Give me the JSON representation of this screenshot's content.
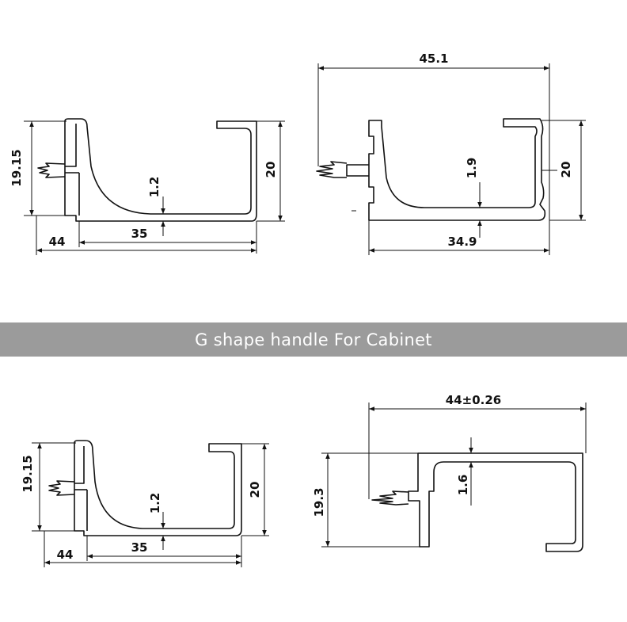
{
  "title": "G shape handle For Cabinet",
  "top_left": {
    "height": "19.15",
    "depth": "20",
    "thickness": "1.2",
    "inner": "35",
    "width": "44"
  },
  "top_right": {
    "overall": "45.1",
    "thickness": "1.9",
    "depth": "20",
    "inner": "34.9"
  },
  "bottom_left": {
    "height": "19.15",
    "depth": "20",
    "thickness": "1.2",
    "inner": "35",
    "width": "44"
  },
  "bottom_right": {
    "overall": "44±0.26",
    "height": "19.3",
    "thickness": "1.6"
  }
}
